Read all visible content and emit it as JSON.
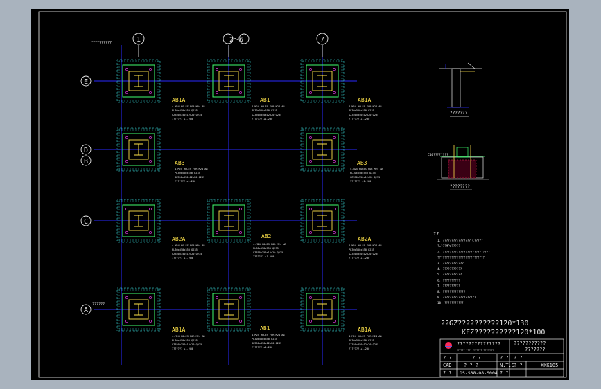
{
  "grid_labels": {
    "columns": [
      "1",
      "2～6",
      "7"
    ],
    "rows": [
      "E",
      "D",
      "B",
      "C",
      "A"
    ]
  },
  "top_note": "??????????",
  "row_a_note": "??????",
  "base_labels": {
    "r1": [
      "AB1A",
      "AB1",
      "AB1A"
    ],
    "r2": [
      "AB3",
      "AB3"
    ],
    "r3": [
      "AB2A",
      "AB2",
      "AB2A"
    ],
    "r4": [
      "AB1A",
      "AB1",
      "AB1A"
    ]
  },
  "note_lines": [
    "4-M24 HOLES FOR M24 AB",
    "PL30x550x550 Q235",
    "GZ350x350x12x20 Q235",
    "??????? +1.200"
  ],
  "details": {
    "detail1_title": "???????",
    "detail2_title": "????????",
    "detail2_label": "C40????????"
  },
  "notes": {
    "header": "??",
    "lines": [
      "1. ???????????????? C?????",
      "   ?=???MPa?????",
      "2. ???????????????????????????",
      "   ???????????????????????????",
      "3. ????????????",
      "4. ???????????",
      "5. ???????????",
      "6. ??????????",
      "7. ??????????",
      "8. ?????????????",
      "9. ???????????????????",
      "10. ???????????"
    ]
  },
  "caption_lines": [
    "??GZ??????????120*130",
    "KFZ??????????120*100"
  ],
  "title_block": {
    "company": "???????????????",
    "company_sub": "?????? ???? ??????? ????????",
    "project": "???????????",
    "drawing_name": "???????",
    "labels": {
      "design": "? ?",
      "draw": "? ?",
      "check": "? ?",
      "approve": "? ?",
      "scale": "? ?",
      "cad": "CAD",
      "checker": "? ? ?",
      "scale_val": "N.T.S",
      "no": "? ?",
      "date": "? ?"
    },
    "drawing_no": "DS-S08-08-S004",
    "sheet_label": "XKK105"
  }
}
